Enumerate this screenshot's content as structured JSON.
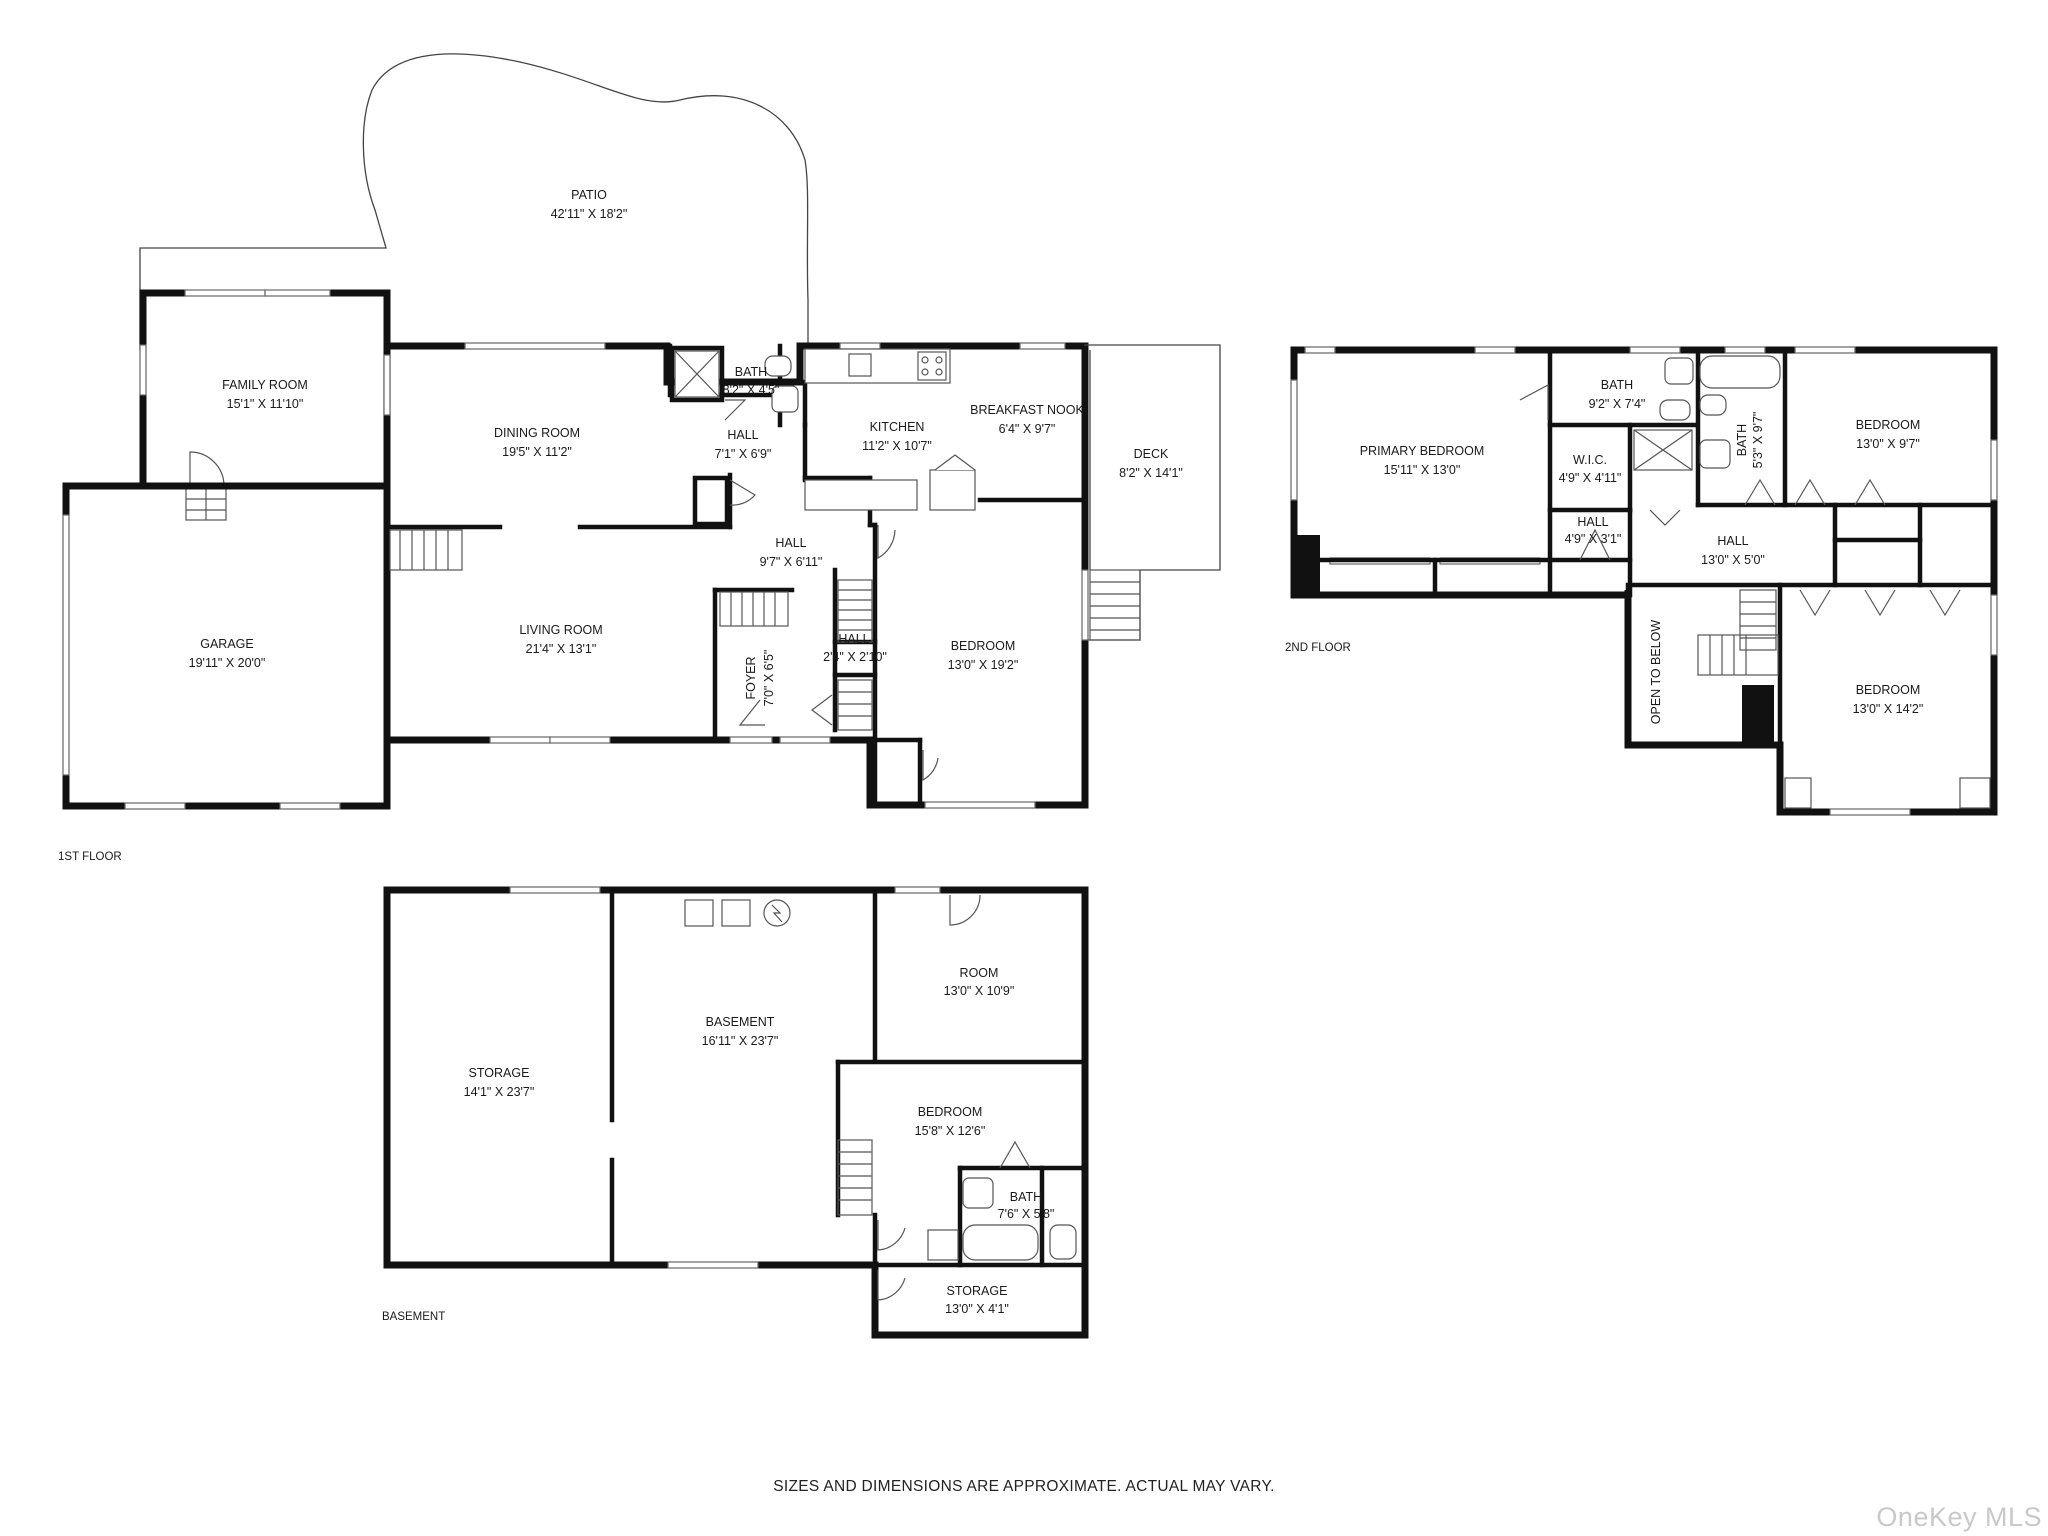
{
  "floors": {
    "first": "1ST FLOOR",
    "second": "2ND FLOOR",
    "basement": "BASEMENT"
  },
  "rooms": {
    "patio": {
      "name": "PATIO",
      "dim": "42'11\" X 18'2\""
    },
    "family_room": {
      "name": "FAMILY ROOM",
      "dim": "15'1\" X 11'10\""
    },
    "garage": {
      "name": "GARAGE",
      "dim": "19'11\" X 20'0\""
    },
    "dining_room": {
      "name": "DINING ROOM",
      "dim": "19'5\" X 11'2\""
    },
    "bath_1": {
      "name": "BATH",
      "dim": "8'2\" X 4'5\""
    },
    "hall_1": {
      "name": "HALL",
      "dim": "7'1\" X 6'9\""
    },
    "kitchen": {
      "name": "KITCHEN",
      "dim": "11'2\" X 10'7\""
    },
    "breakfast_nook": {
      "name": "BREAKFAST NOOK",
      "dim": "6'4\" X 9'7\""
    },
    "deck": {
      "name": "DECK",
      "dim": "8'2\" X 14'1\""
    },
    "hall_2": {
      "name": "HALL",
      "dim": "9'7\" X 6'11\""
    },
    "living_room": {
      "name": "LIVING ROOM",
      "dim": "21'4\" X 13'1\""
    },
    "foyer": {
      "name": "FOYER",
      "dim": "7'0\" X 6'5\""
    },
    "hall_3": {
      "name": "HALL",
      "dim": "2'4\" X 2'10\""
    },
    "bedroom_1": {
      "name": "BEDROOM",
      "dim": "13'0\" X 19'2\""
    },
    "primary_bedroom": {
      "name": "PRIMARY BEDROOM",
      "dim": "15'11\" X 13'0\""
    },
    "bath_2": {
      "name": "BATH",
      "dim": "9'2\" X 7'4\""
    },
    "wic": {
      "name": "W.I.C.",
      "dim": "4'9\" X 4'11\""
    },
    "hall_4": {
      "name": "HALL",
      "dim": "4'9\" X 3'1\""
    },
    "bath_3": {
      "name": "BATH",
      "dim": "5'3\" X 9'7\""
    },
    "bedroom_2": {
      "name": "BEDROOM",
      "dim": "13'0\" X 9'7\""
    },
    "hall_5": {
      "name": "HALL",
      "dim": "13'0\" X 5'0\""
    },
    "open_to_below": {
      "name": "OPEN TO BELOW"
    },
    "bedroom_3": {
      "name": "BEDROOM",
      "dim": "13'0\" X 14'2\""
    },
    "storage_1": {
      "name": "STORAGE",
      "dim": "14'1\" X 23'7\""
    },
    "basement": {
      "name": "BASEMENT",
      "dim": "16'11\" X 23'7\""
    },
    "room": {
      "name": "ROOM",
      "dim": "13'0\" X 10'9\""
    },
    "bedroom_4": {
      "name": "BEDROOM",
      "dim": "15'8\" X 12'6\""
    },
    "bath_4": {
      "name": "BATH",
      "dim": "7'6\" X 5'8\""
    },
    "storage_2": {
      "name": "STORAGE",
      "dim": "13'0\" X 4'1\""
    }
  },
  "disclaimer": "SIZES AND DIMENSIONS ARE APPROXIMATE. ACTUAL MAY VARY.",
  "watermark": "OneKey MLS"
}
